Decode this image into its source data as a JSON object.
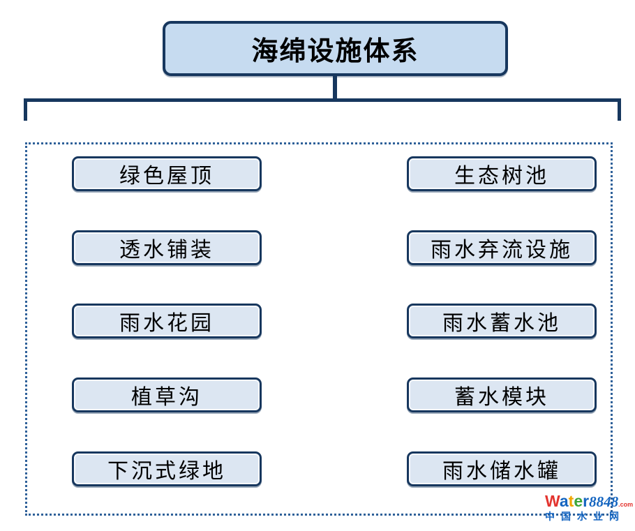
{
  "diagram": {
    "title": "海绵设施体系",
    "facilities": {
      "left": [
        "绿色屋顶",
        "透水铺装",
        "雨水花园",
        "植草沟",
        "下沉式绿地"
      ],
      "right": [
        "生态树池",
        "雨水弃流设施",
        "雨水蓄水池",
        "蓄水模块",
        "雨水储水罐"
      ]
    },
    "colors": {
      "node_border": "#17375e",
      "title_fill": "#c6dbf0",
      "facility_fill": "#dce6f2",
      "dotted_border": "#2e6099",
      "text": "#000000"
    }
  },
  "watermark": {
    "letters": [
      "W",
      "a",
      "t",
      "e",
      "r"
    ],
    "number": "8848",
    "tld": ".com",
    "caption": "中国水业网",
    "colors": {
      "letter_w": "#e3342f",
      "letter_a": "#1565c0",
      "letter_t": "#f0a500",
      "letter_e": "#3da639",
      "letter_r": "#1565c0",
      "number": "#1565c0",
      "tld": "#e3342f",
      "caption": "#1565c0"
    }
  }
}
